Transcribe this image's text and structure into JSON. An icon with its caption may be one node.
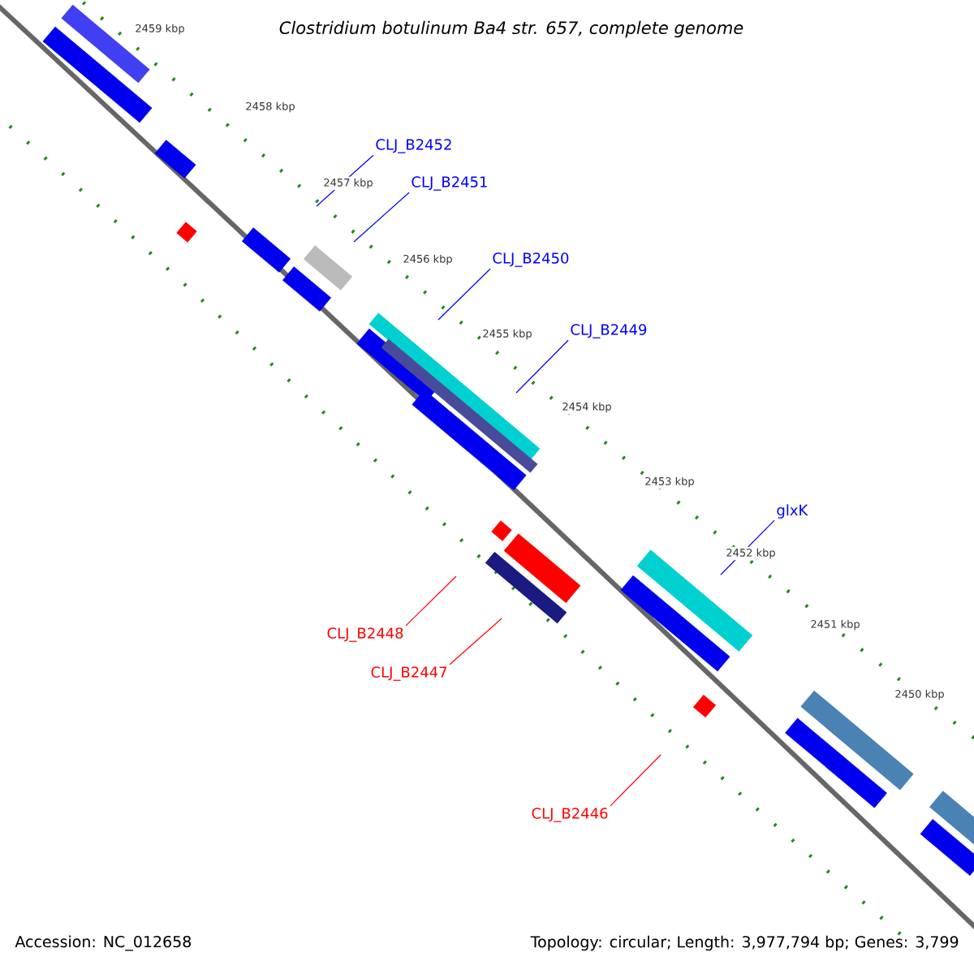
{
  "diagram": {
    "title": "Clostridium botulinum Ba4 str. 657, complete genome",
    "nodes": [
      {
        "text": [
          "CLJ_B2452"
        ]
      },
      {
        "text": [
          "CLJ_B2451"
        ]
      },
      {
        "text": [
          "CLJ_B2450"
        ]
      },
      {
        "text": [
          "CLJ_B2449"
        ]
      },
      {
        "text": [
          "glxK"
        ]
      },
      {
        "text": [
          "CLJ_B2448"
        ]
      },
      {
        "text": [
          "CLJ_B2447"
        ]
      },
      {
        "text": [
          "CLJ_B2446"
        ]
      }
    ],
    "edges": [
      {
        "from": 0,
        "to": null,
        "arrow": "none"
      },
      {
        "from": 1,
        "to": null,
        "arrow": "none"
      },
      {
        "from": 2,
        "to": null,
        "arrow": "none"
      },
      {
        "from": 3,
        "to": null,
        "arrow": "none"
      },
      {
        "from": 4,
        "to": null,
        "arrow": "none"
      },
      {
        "from": 5,
        "to": null,
        "arrow": "none",
        "color": "#ff0000"
      },
      {
        "from": 6,
        "to": null,
        "arrow": "none",
        "color": "#ff0000"
      },
      {
        "from": 7,
        "to": null,
        "arrow": "none",
        "color": "#ff0000"
      }
    ],
    "labels": [
      "2459 kbp",
      "2458 kbp",
      "2457 kbp",
      "2456 kbp",
      "2455 kbp",
      "2454 kbp",
      "2453 kbp",
      "2452 kbp",
      "2451 kbp",
      "2450 kbp",
      "Accession: NC_012658",
      "Topology: circular; Length: 3,977,794 bp; Genes: 3,799"
    ]
  }
}
